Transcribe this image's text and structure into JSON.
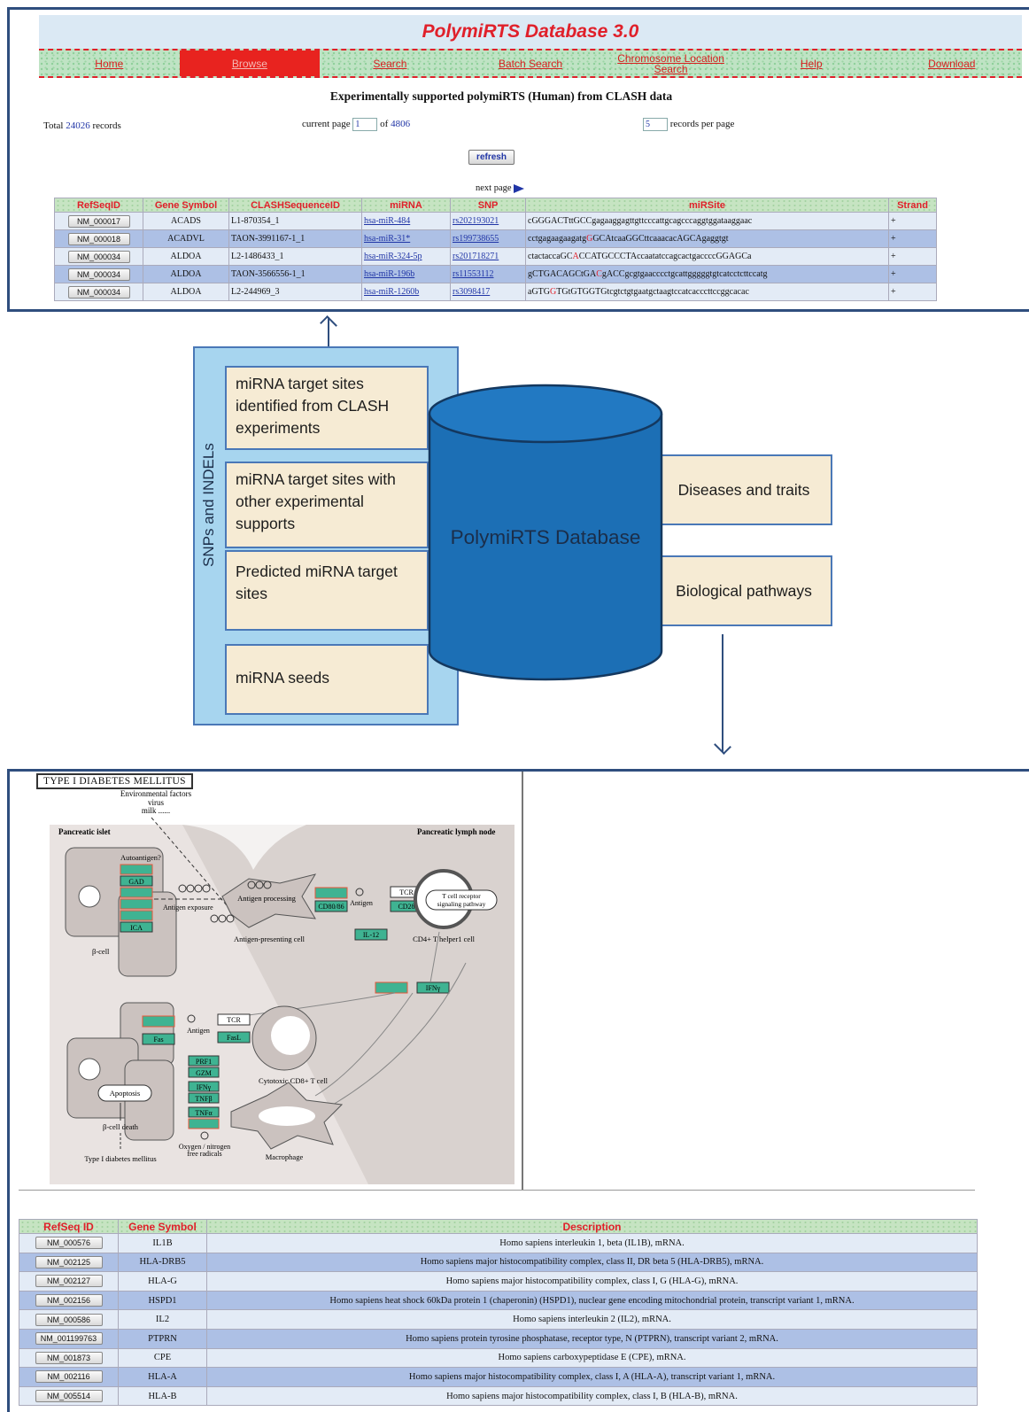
{
  "db_title": "PolymiRTS Database 3.0",
  "nav": [
    {
      "label": "Home",
      "active": false
    },
    {
      "label": "Browse",
      "active": true
    },
    {
      "label": "Search",
      "active": false
    },
    {
      "label": "Batch Search",
      "active": false
    },
    {
      "label": "Chromosome Location Search",
      "active": false
    },
    {
      "label": "Help",
      "active": false
    },
    {
      "label": "Download",
      "active": false
    }
  ],
  "browse": {
    "heading": "Experimentally supported polymiRTS (Human) from CLASH data",
    "total_prefix": "Total",
    "total_count": "24026",
    "total_suffix": "records",
    "page_prefix": "current page",
    "page_value": "1",
    "page_of": "of",
    "page_total": "4806",
    "per_page_value": "5",
    "per_page_suffix": "records per page",
    "refresh_label": "refresh",
    "next_page_label": "next page"
  },
  "clash_table": {
    "columns": [
      "RefSeqID",
      "Gene Symbol",
      "CLASHSequenceID",
      "miRNA",
      "SNP",
      "miRSite",
      "Strand"
    ],
    "rows": [
      {
        "refseq": "NM_000017",
        "gene": "ACADS",
        "clash": "L1-870354_1",
        "mirna": "hsa-miR-484",
        "snp": "rs202193021",
        "site_pre": "cGGGACTttGCC",
        "site_hl": "",
        "site_post": "gagaaggagttgttcccattgcagcccaggtggataaggaac",
        "strand": "+"
      },
      {
        "refseq": "NM_000018",
        "gene": "ACADVL",
        "clash": "TAON-3991167-1_1",
        "mirna": "hsa-miR-31*",
        "snp": "rs199738655",
        "site_pre": "cctgagaagaagatg",
        "site_hl": "G",
        "site_post": "GCAtcaaGGCttcaaacacAGCAgaggtgt",
        "strand": "+"
      },
      {
        "refseq": "NM_000034",
        "gene": "ALDOA",
        "clash": "L2-1486433_1",
        "mirna": "hsa-miR-324-5p",
        "snp": "rs201718271",
        "site_pre": "ctactaccaGC",
        "site_hl": "A",
        "site_post": "CCATGCCCTAccaatatccagcactgaccccGGAGCa",
        "strand": "+"
      },
      {
        "refseq": "NM_000034",
        "gene": "ALDOA",
        "clash": "TAON-3566556-1_1",
        "mirna": "hsa-miR-196b",
        "snp": "rs11553112",
        "site_pre": "gCTGACAGCtGA",
        "site_hl": "C",
        "site_post": "gACCgcgtgaacccctgcattgggggtgtcatcctcttccatg",
        "strand": "+"
      },
      {
        "refseq": "NM_000034",
        "gene": "ALDOA",
        "clash": "L2-244969_3",
        "mirna": "hsa-miR-1260b",
        "snp": "rs3098417",
        "site_pre": "aGTG",
        "site_hl": "G",
        "site_post": "TGtGTGGTGtcgtctgtgaatgctaagtccatcacccttccggcacac",
        "strand": "+"
      }
    ]
  },
  "diagram": {
    "side_label": "SNPs and INDELs",
    "sources": [
      "miRNA target sites identified from CLASH experiments",
      "miRNA target sites with other experimental supports",
      "Predicted miRNA target sites",
      "miRNA seeds"
    ],
    "database_label": "PolymiRTS Database",
    "outputs": [
      "Diseases and traits",
      "Biological pathways"
    ]
  },
  "pathway": {
    "title": "TYPE I DIABETES MELLITUS",
    "labels": {
      "environmental": [
        "Environmental factors",
        "virus",
        "milk ......"
      ],
      "pancreatic_islet": "Pancreatic islet",
      "pancreatic_lymph": "Pancreatic lymph node",
      "autoantigen": "Autoantigen?",
      "gad": "GAD",
      "ica": "ICA",
      "beta_cell": "β-cell",
      "antigen_exposure": "Antigen exposure",
      "antigen_processing": "Antigen processing",
      "apc": "Antigen-presenting cell",
      "cd8086": "CD80/86",
      "antigen": "Antigen",
      "tcr": "TCR",
      "cd28": "CD28",
      "tcr_pathway": [
        "T cell receptor",
        "signaling pathway"
      ],
      "il12": "IL-12",
      "cd4": "CD4+ T helper1 cell",
      "ifny": "IFNγ",
      "antigen2": "Antigen",
      "tcr2": "TCR",
      "fas": "Fas",
      "fasl": "FasL",
      "prf1": "PRF1",
      "gzm": "GZM",
      "ifny2": "IFNγ",
      "tnfb": "TNFβ",
      "tnfa": "TNFα",
      "cd8": "Cytotoxic CD8+ T cell",
      "apoptosis": "Apoptosis",
      "beta_death": "β-cell death",
      "t1d": "Type I diabetes mellitus",
      "oxygen": [
        "Oxygen / nitrogen",
        "free radicals"
      ],
      "macrophage": "Macrophage"
    }
  },
  "gene_table": {
    "columns": [
      "RefSeq ID",
      "Gene Symbol",
      "Description"
    ],
    "rows": [
      {
        "refseq": "NM_000576",
        "gene": "IL1B",
        "desc": "Homo sapiens interleukin 1, beta (IL1B), mRNA."
      },
      {
        "refseq": "NM_002125",
        "gene": "HLA-DRB5",
        "desc": "Homo sapiens major histocompatibility complex, class II, DR beta 5 (HLA-DRB5), mRNA."
      },
      {
        "refseq": "NM_002127",
        "gene": "HLA-G",
        "desc": "Homo sapiens major histocompatibility complex, class I, G (HLA-G), mRNA."
      },
      {
        "refseq": "NM_002156",
        "gene": "HSPD1",
        "desc": "Homo sapiens heat shock 60kDa protein 1 (chaperonin) (HSPD1), nuclear gene encoding mitochondrial protein, transcript variant 1, mRNA."
      },
      {
        "refseq": "NM_000586",
        "gene": "IL2",
        "desc": "Homo sapiens interleukin 2 (IL2), mRNA."
      },
      {
        "refseq": "NM_001199763",
        "gene": "PTPRN",
        "desc": "Homo sapiens protein tyrosine phosphatase, receptor type, N (PTPRN), transcript variant 2, mRNA."
      },
      {
        "refseq": "NM_001873",
        "gene": "CPE",
        "desc": "Homo sapiens carboxypeptidase E (CPE), mRNA."
      },
      {
        "refseq": "NM_002116",
        "gene": "HLA-A",
        "desc": "Homo sapiens major histocompatibility complex, class I, A (HLA-A), transcript variant 1, mRNA."
      },
      {
        "refseq": "NM_005514",
        "gene": "HLA-B",
        "desc": "Homo sapiens major histocompatibility complex, class I, B (HLA-B), mRNA."
      }
    ]
  },
  "colors": {
    "accent_red": "#e0202a",
    "link_blue": "#2035a6",
    "row_dark": "#adc0e5",
    "row_light": "#e3ebf6",
    "cylinder": "#1c6fb5",
    "gene_box": "#3fb392"
  }
}
